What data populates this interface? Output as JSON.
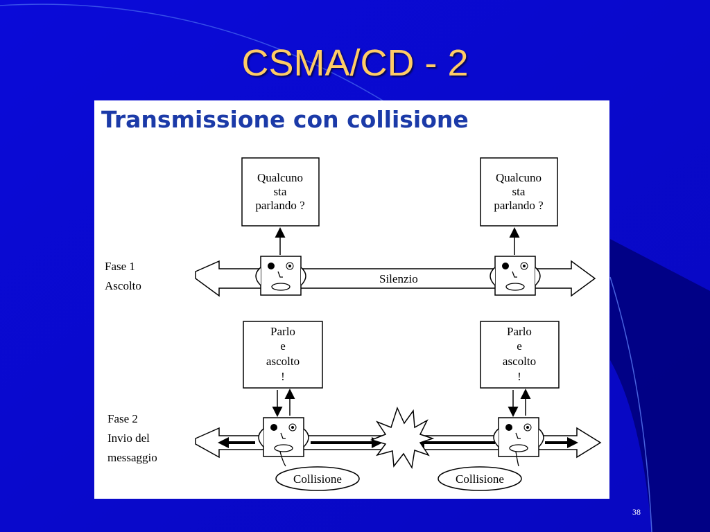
{
  "slide": {
    "title": "CSMA/CD - 2",
    "page_number": "38",
    "colors": {
      "background": "#0a0ad8",
      "title": "#ffcc66",
      "panel_title": "#1b3aa8"
    }
  },
  "diagram": {
    "title": "Transmissione con collisione",
    "phase1": {
      "label_line1": "Fase 1",
      "label_line2": "Ascolto",
      "bubble_left": [
        "Qualcuno",
        "sta",
        "parlando ?"
      ],
      "bubble_right": [
        "Qualcuno",
        "sta",
        "parlando ?"
      ],
      "channel_label": "Silenzio"
    },
    "phase2": {
      "label_line1": "Fase 2",
      "label_line2": "Invio del",
      "label_line3": "messaggio",
      "bubble_left": [
        "Parlo",
        "e",
        "ascolto",
        "!"
      ],
      "bubble_right": [
        "Parlo",
        "e",
        "ascolto",
        "!"
      ],
      "collision_left": "Collisione",
      "collision_right": "Collisione"
    }
  }
}
